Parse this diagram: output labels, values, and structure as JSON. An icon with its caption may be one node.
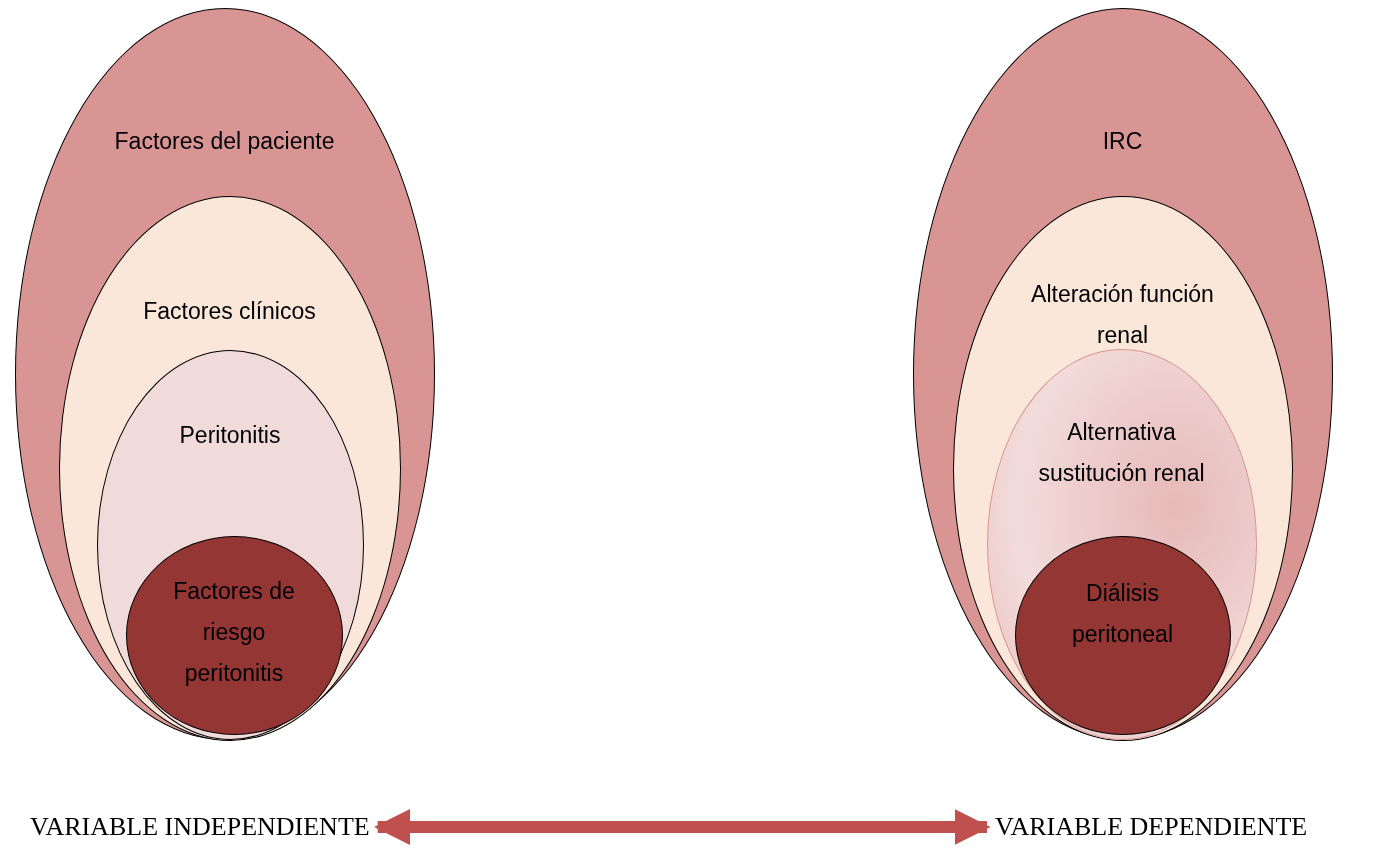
{
  "diagram": {
    "nodes": [
      {
        "text": [
          "Factores del paciente"
        ]
      },
      {
        "text": [
          "Factores clínicos"
        ],
        "in": 0
      },
      {
        "text": [
          "Peritonitis"
        ],
        "in": 1
      },
      {
        "text": [
          "Factores de riesgo peritonitis"
        ],
        "in": 2
      },
      {
        "text": [
          "IRC"
        ]
      },
      {
        "text": [
          "Alteración función renal"
        ],
        "in": 4
      },
      {
        "text": [
          "Alternativa sustitución renal"
        ],
        "in": 5
      },
      {
        "text": [
          "Diálisis peritoneal"
        ],
        "in": 6
      },
      {
        "text": [
          "VARIABLE INDEPENDIENTE"
        ]
      },
      {
        "text": [
          "VARIABLE DEPENDIENTE"
        ]
      }
    ],
    "edges": [
      {
        "from": 8,
        "to": 9,
        "arrow": "both"
      }
    ]
  }
}
